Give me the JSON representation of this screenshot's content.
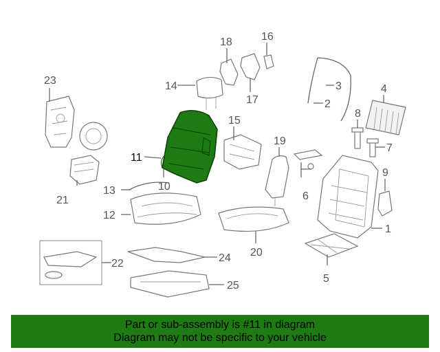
{
  "highlight_color": "#1e7a12",
  "highlighted_part": "11",
  "callouts": {
    "c1": "1",
    "c2": "2",
    "c3": "3",
    "c4": "4",
    "c5": "5",
    "c6": "6",
    "c7": "7",
    "c8": "8",
    "c9": "9",
    "c10": "10",
    "c11": "11",
    "c12": "12",
    "c13": "13",
    "c14": "14",
    "c15": "15",
    "c16": "16",
    "c17": "17",
    "c18": "18",
    "c19": "19",
    "c20": "20",
    "c21": "21",
    "c22": "22",
    "c23": "23",
    "c24": "24",
    "c25": "25"
  },
  "banner": {
    "line1": "Part or sub-assembly is #11 in diagram",
    "line2": "Diagram may not be specific to your vehicle"
  }
}
